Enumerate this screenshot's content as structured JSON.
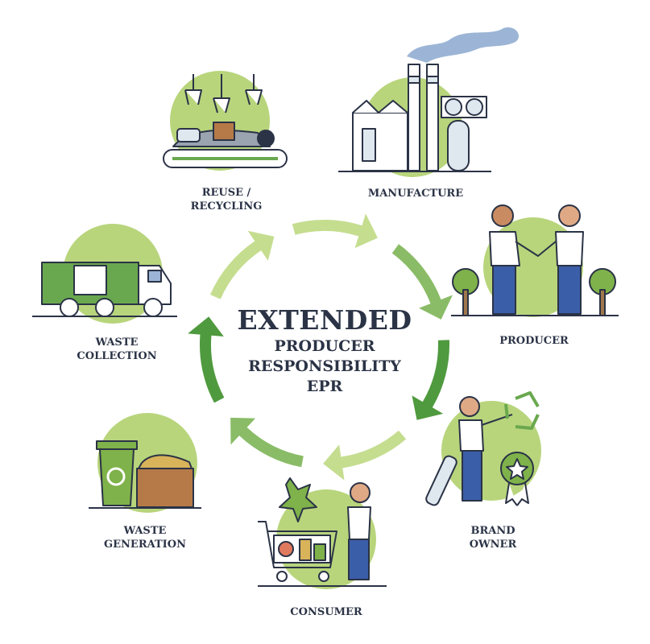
{
  "center_title": {
    "line1": "EXTENDED",
    "line2": "PRODUCER",
    "line3": "RESPONSIBILITY",
    "line4": "EPR"
  },
  "stages": {
    "manufacture": "MANUFACTURE",
    "producer": "PRODUCER",
    "brand_owner": "BRAND\nOWNER",
    "consumer": "CONSUMER",
    "waste_generation": "WASTE\nGENERATION",
    "waste_collection": "WASTE\nCOLLECTION",
    "reuse_recycling": "REUSE /\nRECYCLING"
  },
  "icons": [
    "factory-icon",
    "handshake-icon",
    "recycle-pointing-icon",
    "shopping-cart-icon",
    "waste-bin-icon",
    "garbage-truck-icon",
    "recycling-conveyor-icon"
  ],
  "colors": {
    "arrow_light": "#c5dd8f",
    "arrow_dark": "#4f9a3e",
    "blob": "#b8d57c",
    "outline": "#2b3346",
    "text": "#2b3346"
  }
}
